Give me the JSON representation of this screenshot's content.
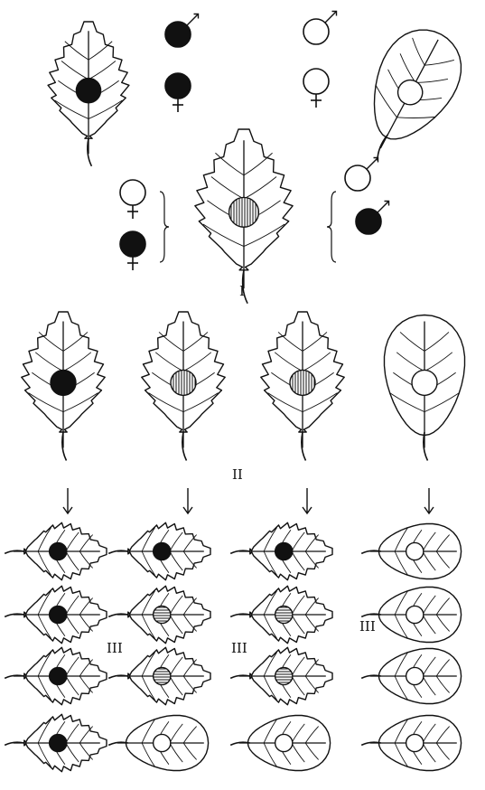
{
  "labels": {
    "panel_1": "I",
    "panel_2": "II",
    "panel_3a": "III",
    "panel_3b": "III",
    "panel_3c": "III"
  },
  "legend": {
    "parent_symbols": [
      "male-black",
      "female-black",
      "male-white",
      "female-white"
    ],
    "cross_symbols": [
      "female-white",
      "female-black",
      "male-white",
      "male-black"
    ]
  },
  "top_parents": [
    {
      "leaf": "serrated",
      "spot": "black"
    },
    {
      "leaf": "smooth",
      "spot": "white"
    }
  ],
  "f1": {
    "leaf": "serrated",
    "spot": "hatched"
  },
  "f2_parents": [
    {
      "leaf": "serrated",
      "spot": "black"
    },
    {
      "leaf": "serrated",
      "spot": "hatched"
    },
    {
      "leaf": "serrated",
      "spot": "hatched"
    },
    {
      "leaf": "smooth",
      "spot": "white"
    }
  ],
  "f3_columns": [
    [
      {
        "leaf": "serrated",
        "spot": "black"
      },
      {
        "leaf": "serrated",
        "spot": "black"
      },
      {
        "leaf": "serrated",
        "spot": "black"
      },
      {
        "leaf": "serrated",
        "spot": "black"
      }
    ],
    [
      {
        "leaf": "serrated",
        "spot": "black"
      },
      {
        "leaf": "serrated",
        "spot": "hatched"
      },
      {
        "leaf": "serrated",
        "spot": "hatched"
      },
      {
        "leaf": "smooth",
        "spot": "white"
      }
    ],
    [
      {
        "leaf": "serrated",
        "spot": "black"
      },
      {
        "leaf": "serrated",
        "spot": "hatched"
      },
      {
        "leaf": "serrated",
        "spot": "hatched"
      },
      {
        "leaf": "smooth",
        "spot": "white"
      }
    ],
    [
      {
        "leaf": "smooth",
        "spot": "white"
      },
      {
        "leaf": "smooth",
        "spot": "white"
      },
      {
        "leaf": "smooth",
        "spot": "white"
      },
      {
        "leaf": "smooth",
        "spot": "white"
      }
    ]
  ],
  "colors": {
    "ink": "#111111",
    "paper": "#ffffff"
  }
}
